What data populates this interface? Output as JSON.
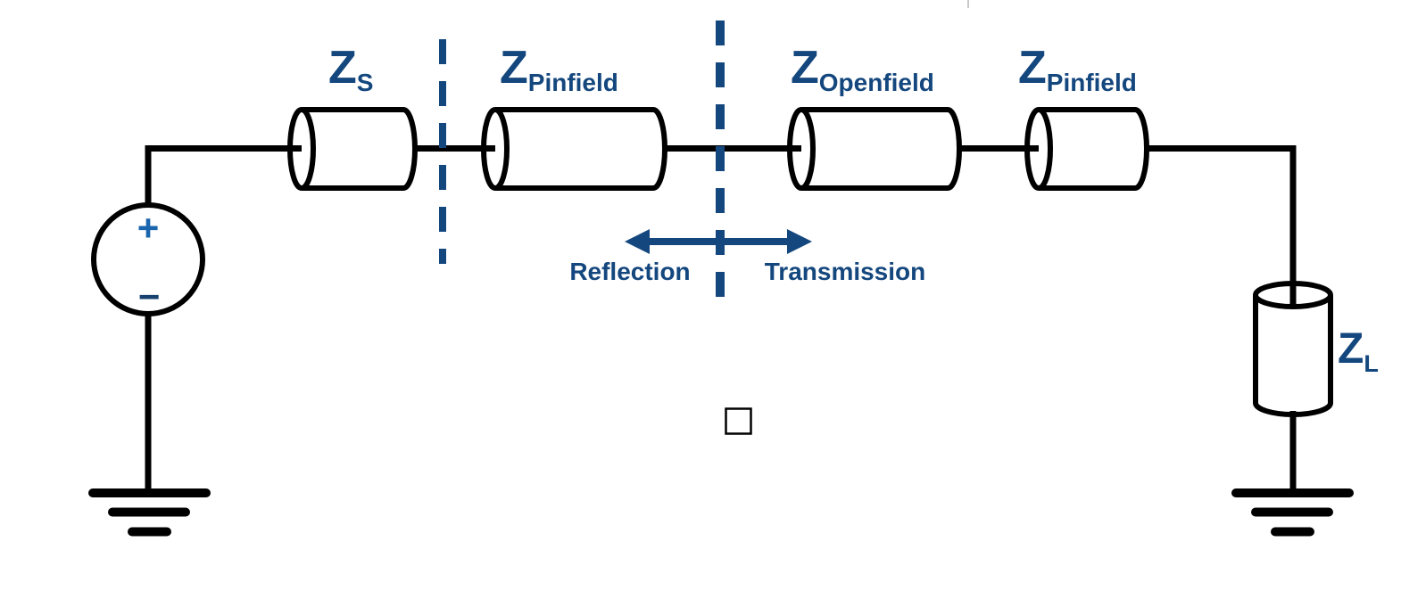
{
  "colors": {
    "navy": "#14477E",
    "plus_blue": "#1A66AE",
    "minus_blue": "#17426F",
    "wire_black": "#000000",
    "background": "#ffffff"
  },
  "source": {
    "plus": "+",
    "minus": "−"
  },
  "impedances": {
    "zs": {
      "main": "Z",
      "sub": "S"
    },
    "zpinfield_left": {
      "main": "Z",
      "sub": "Pinfield"
    },
    "zopenfield": {
      "main": "Z",
      "sub": "Openfield"
    },
    "zpinfield_right": {
      "main": "Z",
      "sub": "Pinfield"
    },
    "zload": {
      "main": "Z",
      "sub": "L"
    }
  },
  "annotations": {
    "reflection": "Reflection",
    "transmission": "Transmission"
  }
}
